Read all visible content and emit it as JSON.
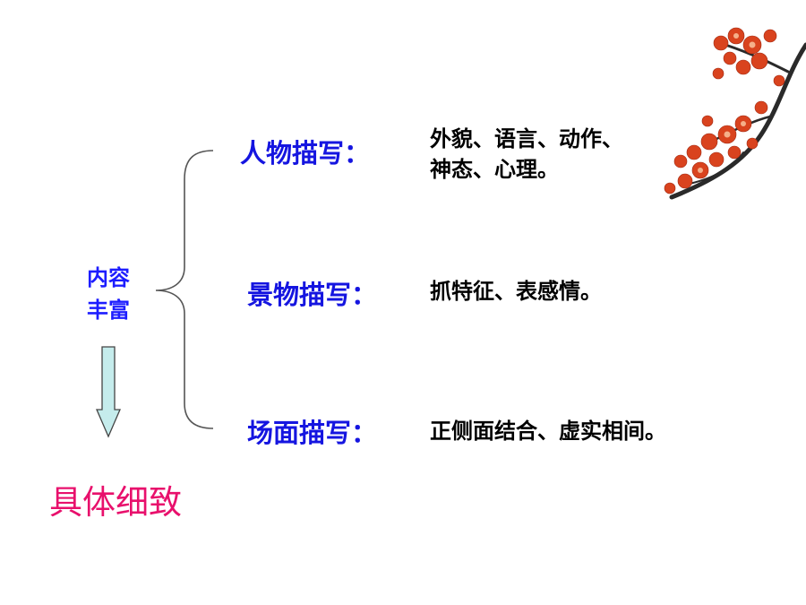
{
  "root": {
    "line1": "内容",
    "line2": "丰富"
  },
  "categories": [
    {
      "label": "人物描写：",
      "detail": [
        "外貌、语言、动作、",
        "神态、心理。"
      ]
    },
    {
      "label": "景物描写：",
      "detail": [
        "抓特征、表感情。"
      ]
    },
    {
      "label": "场面描写：",
      "detail": [
        "正侧面结合、虚实相间。"
      ]
    }
  ],
  "result": "具体细致",
  "colors": {
    "category_text": "#1515e0",
    "root_text": "#1d1dff",
    "result_text": "#e8106c",
    "arrow_fill": "#c5ecec",
    "blossom": "#d9431e"
  },
  "icons": {
    "arrow": "down-arrow-icon",
    "decoration": "plum-blossom-branch-icon"
  }
}
